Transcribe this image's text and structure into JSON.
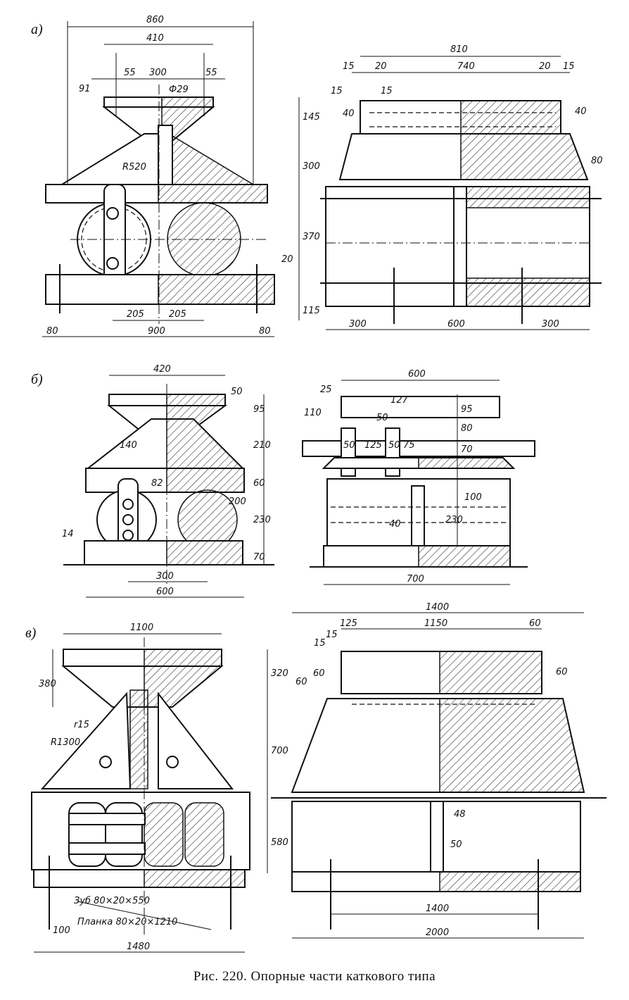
{
  "figure": {
    "caption": "Рис. 220. Опорные части каткового типа",
    "panels": [
      {
        "label": "а)",
        "side_view_dims": [
          "860",
          "410",
          "55",
          "300",
          "55",
          "Ф29",
          "91",
          "R520",
          "145",
          "300",
          "370",
          "20",
          "115",
          "205",
          "205",
          "80",
          "900",
          "80"
        ],
        "front_view_dims": [
          "810",
          "15",
          "20",
          "740",
          "20",
          "15",
          "15",
          "15",
          "40",
          "40",
          "80",
          "300",
          "600",
          "300"
        ]
      },
      {
        "label": "б)",
        "side_view_dims": [
          "420",
          "50",
          "95",
          "140",
          "210",
          "82",
          "60",
          "200",
          "230",
          "14",
          "70",
          "300",
          "600"
        ],
        "front_view_dims": [
          "600",
          "25",
          "127",
          "110",
          "50",
          "95",
          "80",
          "50",
          "125",
          "50",
          "75",
          "70",
          "100",
          "40",
          "230",
          "700"
        ]
      },
      {
        "label": "в)",
        "side_view_dims": [
          "1100",
          "380",
          "320",
          "r15",
          "R1300",
          "700",
          "580",
          "Зуб 80×20×550",
          "Планка 80×20×1210",
          "100",
          "1480"
        ],
        "front_view_dims": [
          "1400",
          "125",
          "1150",
          "60",
          "15",
          "15",
          "60",
          "60",
          "60",
          "48",
          "50",
          "1400",
          "2000"
        ]
      }
    ]
  }
}
